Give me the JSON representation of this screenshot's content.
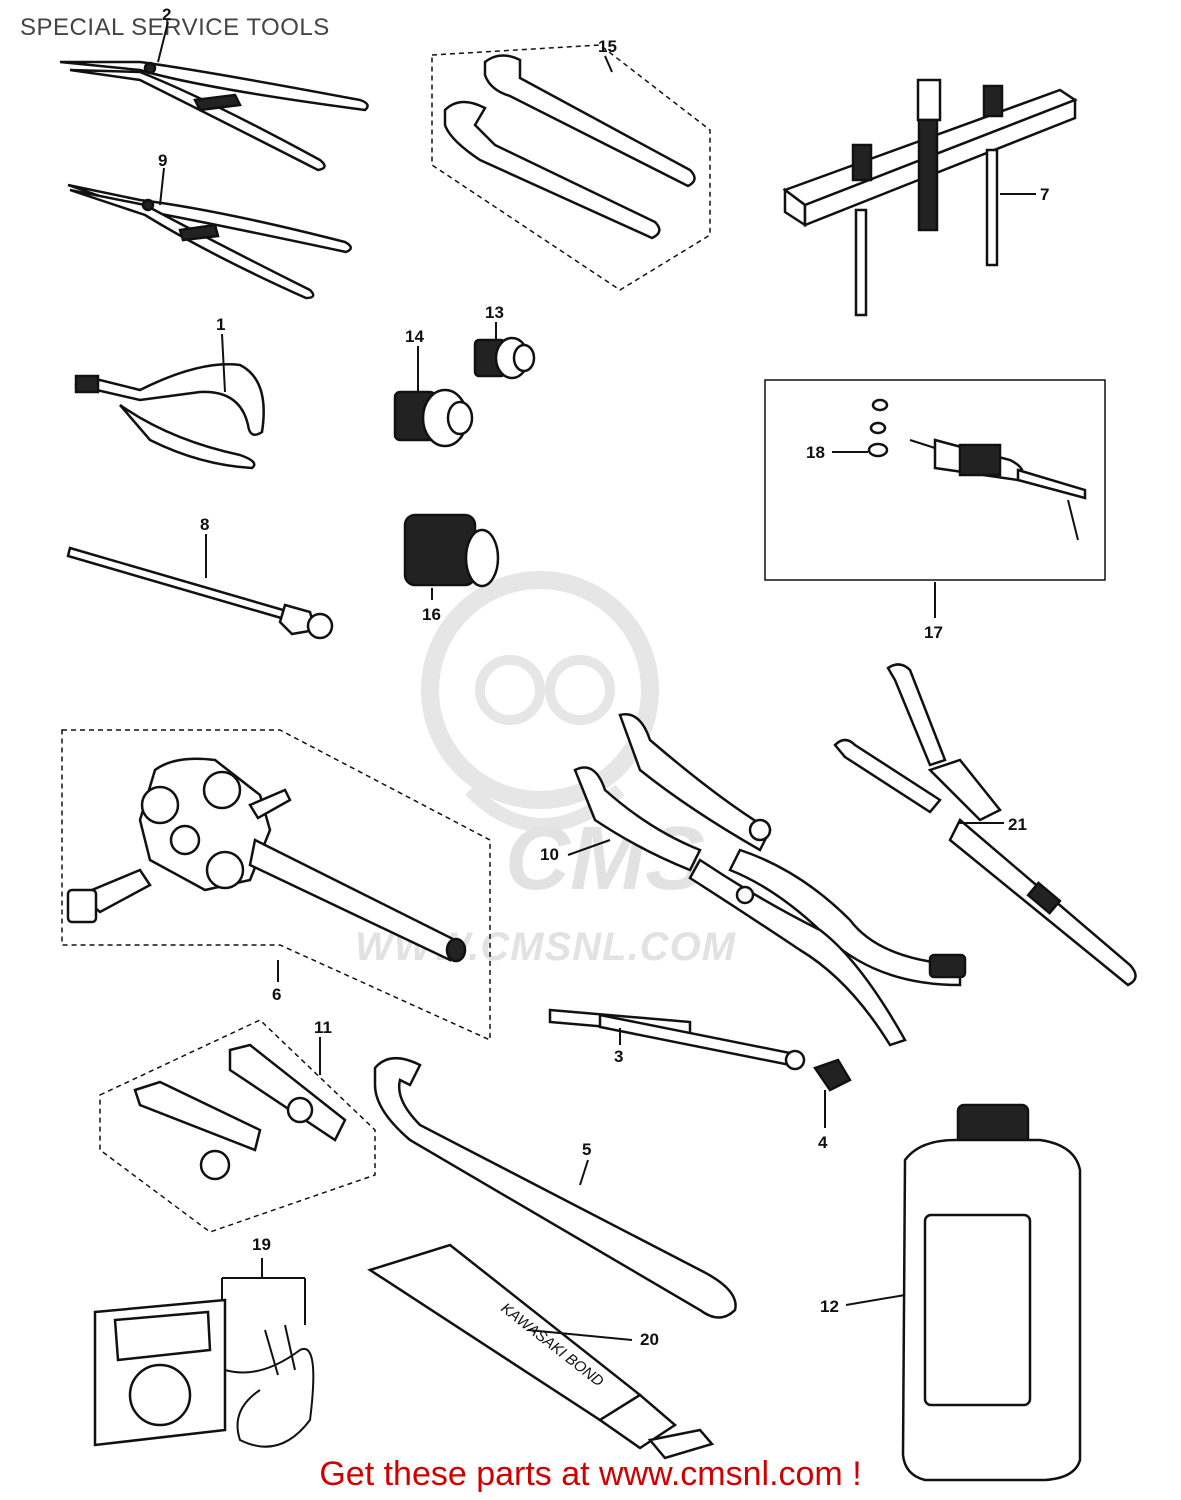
{
  "title": "SPECIAL SERVICE TOOLS",
  "footer": "Get these parts at www.cmsnl.com !",
  "watermark": {
    "brand": "CMS",
    "url": "WWW.CMSNL.COM"
  },
  "callouts": {
    "p1": "1",
    "p2": "2",
    "p3": "3",
    "p4": "4",
    "p5": "5",
    "p6": "6",
    "p7": "7",
    "p8": "8",
    "p9": "9",
    "p10": "10",
    "p11": "11",
    "p12": "12",
    "p13": "13",
    "p14": "14",
    "p15": "15",
    "p16": "16",
    "p17": "17",
    "p18": "18",
    "p19": "19",
    "p20": "20",
    "p21": "21"
  },
  "tube_label": "KAWASAKI BOND"
}
